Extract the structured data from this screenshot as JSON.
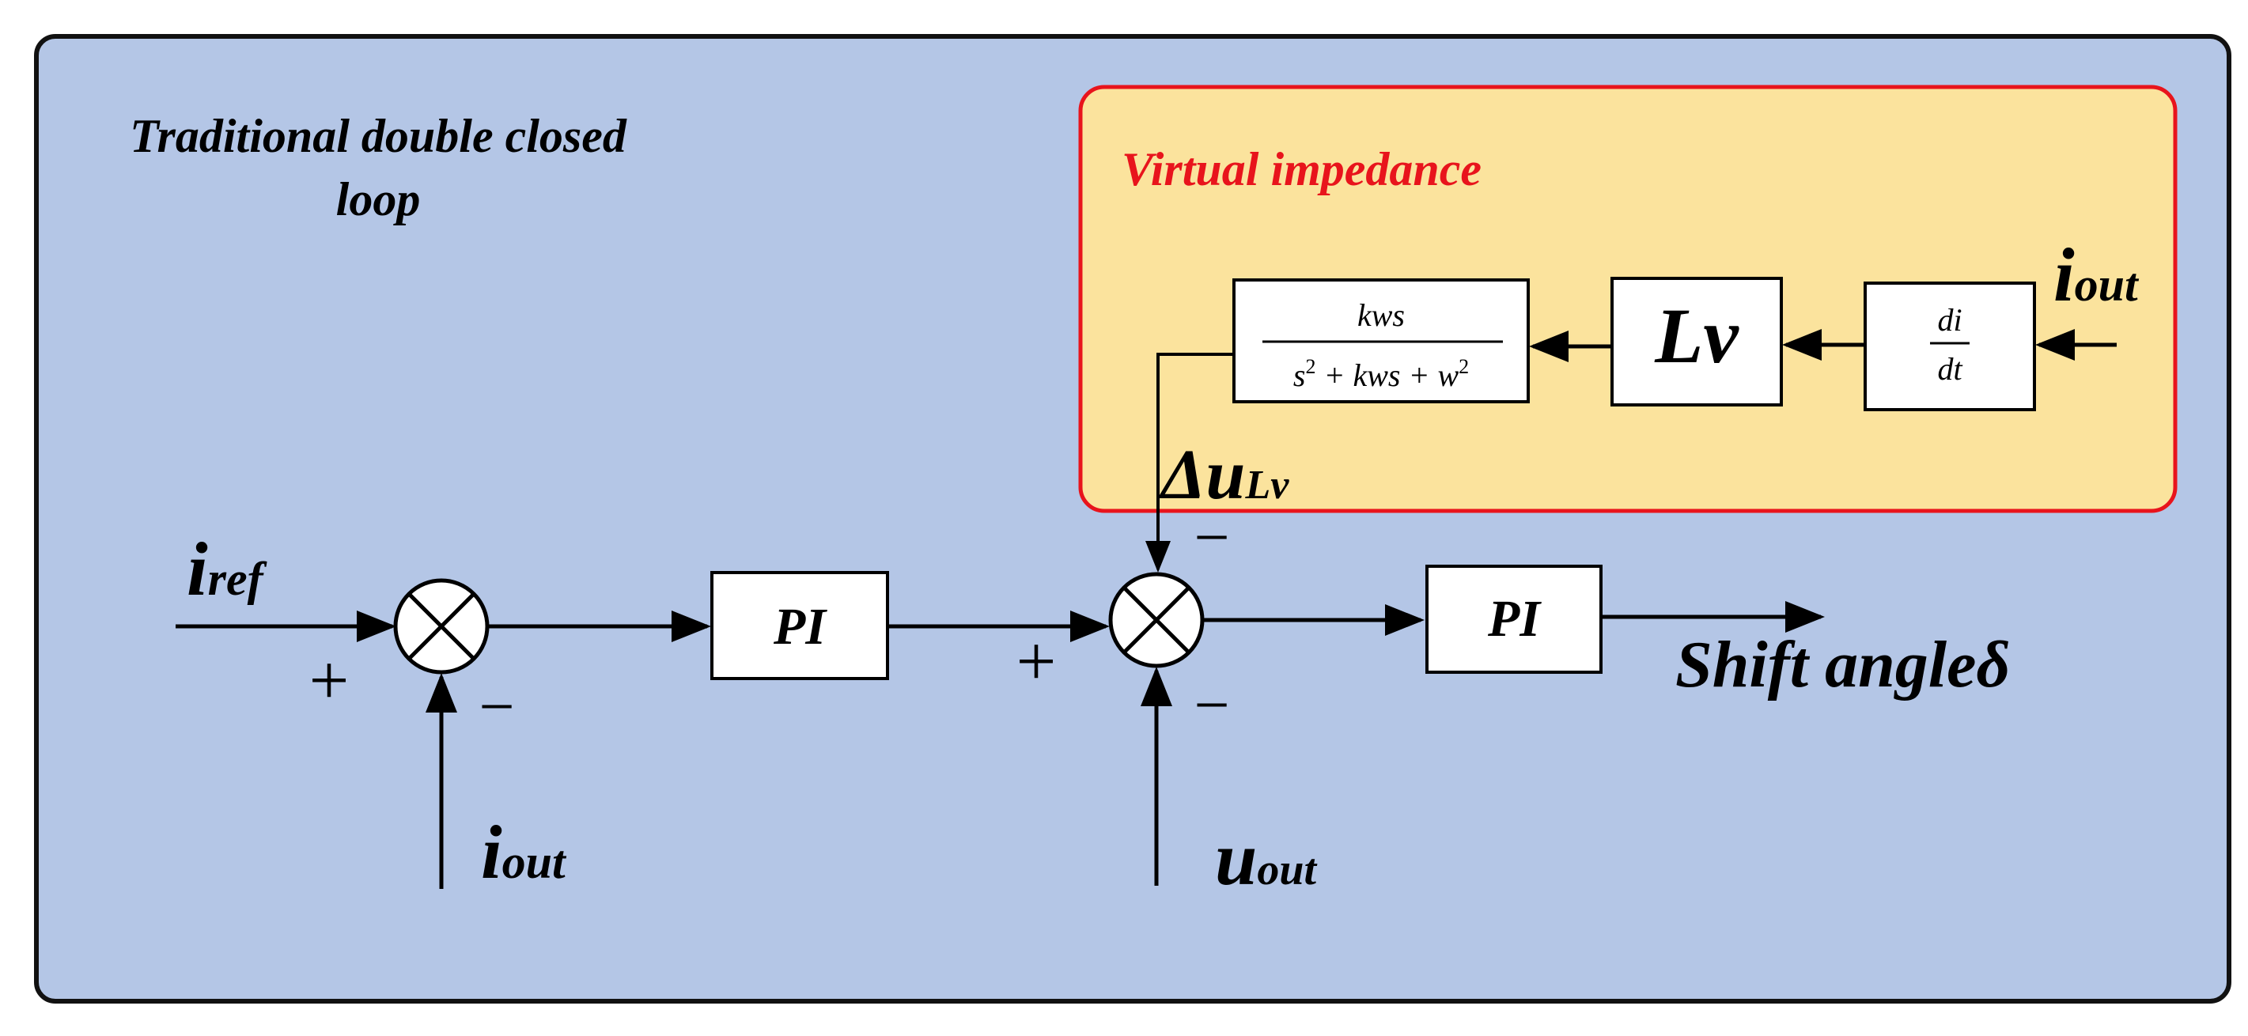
{
  "outer_panel": {
    "title_line1": "Traditional double closed",
    "title_line2": "loop",
    "fill": "#b4c6e6",
    "stroke": "#111111"
  },
  "virtual_impedance": {
    "title": "Virtual impedance",
    "title_color": "#e8141c",
    "fill": "#fbe39d",
    "stroke": "#e8141c"
  },
  "blocks": {
    "pi1": "PI",
    "pi2": "PI",
    "lv": "Lv",
    "derivative_num": "di",
    "derivative_den": "dt",
    "filter_num": "kws",
    "filter_den_s": "s",
    "filter_den_exp1": "2",
    "filter_den_mid": " + kws + ",
    "filter_den_w": "w",
    "filter_den_exp2": "2"
  },
  "signals": {
    "iref_main": "i",
    "iref_sub": "ref",
    "iout_main": "i",
    "iout_sub": "out",
    "iout_vi_main": "i",
    "iout_vi_sub": "out",
    "uout_main": "u",
    "uout_sub": "out",
    "delta_u_prefix": "Δu",
    "delta_u_sub": "Lv",
    "output_label": "Shift angleδ"
  },
  "signs": {
    "sum1_plus": "+",
    "sum1_minus": "−",
    "sum2_plus": "+",
    "sum2_minus_bottom": "−",
    "sum2_minus_top": "−"
  }
}
